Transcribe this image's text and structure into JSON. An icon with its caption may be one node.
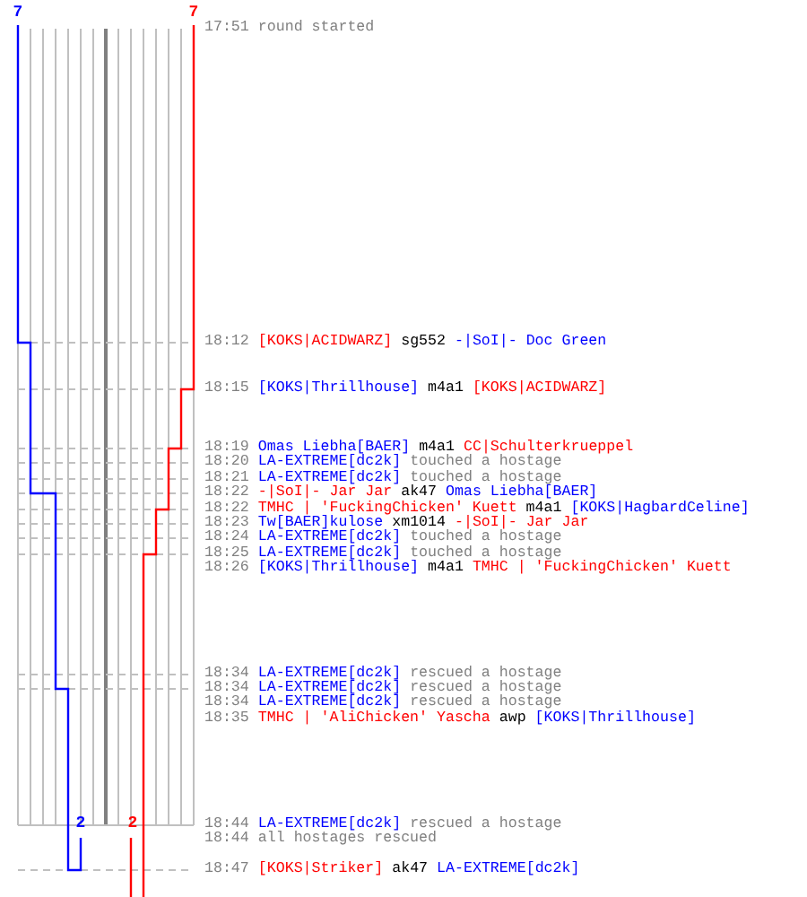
{
  "diagram": {
    "labels": [
      "7",
      "7",
      "17:51",
      "round started",
      "18:12",
      "[KOKS|ACIDWARZ]",
      "sg552",
      "-|SoI|- Doc Green",
      "18:15",
      "[KOKS|Thrillhouse]",
      "m4a1",
      "[KOKS|ACIDWARZ]",
      "18:19",
      "Omas Liebha[BAER]",
      "m4a1",
      "CC|Schulterkrueppel",
      "18:20",
      "LA-EXTREME[dc2k]",
      "touched a hostage",
      "18:21",
      "LA-EXTREME[dc2k]",
      "touched a hostage",
      "18:22",
      "-|SoI|- Jar Jar",
      "ak47",
      "Omas Liebha[BAER]",
      "18:22",
      "TMHC | 'FuckingChicken' Kuett",
      "m4a1",
      "[KOKS|HagbardCeline]",
      "18:23",
      "Tw[BAER]kulose",
      "xm1014",
      "-|SoI|- Jar Jar",
      "18:24",
      "LA-EXTREME[dc2k]",
      "touched a hostage",
      "18:25",
      "LA-EXTREME[dc2k]",
      "touched a hostage",
      "18:26",
      "[KOKS|Thrillhouse]",
      "m4a1",
      "TMHC | 'FuckingChicken' Kuett",
      "18:34",
      "LA-EXTREME[dc2k]",
      "rescued a hostage",
      "18:34",
      "LA-EXTREME[dc2k]",
      "rescued a hostage",
      "18:34",
      "LA-EXTREME[dc2k]",
      "rescued a hostage",
      "18:35",
      "TMHC | 'AliChicken' Yascha",
      "awp",
      "[KOKS|Thrillhouse]",
      "2",
      "2",
      "18:44",
      "LA-EXTREME[dc2k]",
      "rescued a hostage",
      "18:44",
      "all hostages rescued",
      "18:47",
      "[KOKS|Striker]",
      "ak47",
      "LA-EXTREME[dc2k]"
    ]
  }
}
